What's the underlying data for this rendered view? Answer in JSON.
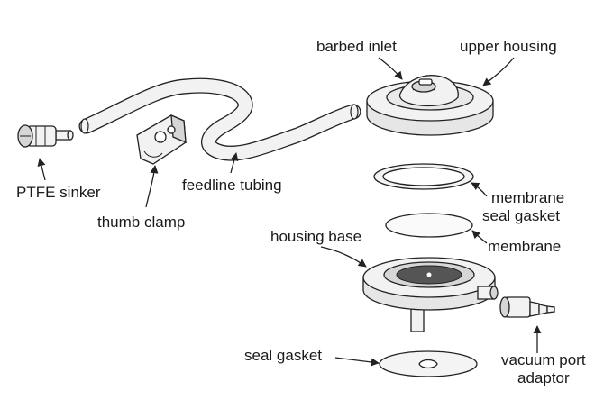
{
  "labels": {
    "barbed_inlet": "barbed inlet",
    "upper_housing": "upper housing",
    "ptfe_sinker": "PTFE sinker",
    "thumb_clamp": "thumb clamp",
    "feedline_tubing": "feedline tubing",
    "membrane_seal_gasket_line1": "membrane",
    "membrane_seal_gasket_line2": "seal gasket",
    "housing_base": "housing base",
    "membrane": "membrane",
    "seal_gasket": "seal gasket",
    "vacuum_port_adaptor_line1": "vacuum port",
    "vacuum_port_adaptor_line2": "adaptor"
  },
  "colors": {
    "line": "#222222",
    "part_fill": "#f2f2f2",
    "shade": "#d6d6d6",
    "dark": "#555555"
  }
}
